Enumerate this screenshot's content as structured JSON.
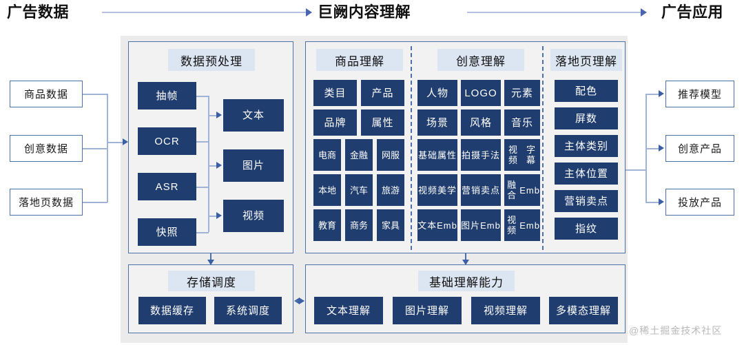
{
  "headers": {
    "left": "广告数据",
    "center": "巨阙内容理解",
    "right": "广告应用"
  },
  "inputs": [
    {
      "label": "商品数据"
    },
    {
      "label": "创意数据"
    },
    {
      "label": "落地页数据"
    }
  ],
  "outputs": [
    {
      "label": "推荐模型"
    },
    {
      "label": "创意产品"
    },
    {
      "label": "投放产品"
    }
  ],
  "preprocess": {
    "title": "数据预处理",
    "sources": [
      "抽帧",
      "OCR",
      "ASR",
      "快照"
    ],
    "modalities": [
      "文本",
      "图片",
      "视频"
    ]
  },
  "understanding": {
    "sections": [
      {
        "title": "商品理解",
        "rows": [
          [
            "类目",
            "产品"
          ],
          [
            "品牌",
            "属性"
          ],
          [
            "电\n商",
            "金\n融",
            "网\n服"
          ],
          [
            "本\n地",
            "汽\n车",
            "旅\n游"
          ],
          [
            "教\n育",
            "商\n务",
            "家\n具"
          ]
        ]
      },
      {
        "title": "创意理解",
        "rows": [
          [
            "人物",
            "LOGO",
            "元素"
          ],
          [
            "场景",
            "风格",
            "音乐"
          ],
          [
            "基础\n属性",
            "拍摄\n手法",
            "视频\n字幕"
          ],
          [
            "视频\n美学",
            "营销\n卖点",
            "融合\nEmb"
          ],
          [
            "文本\nEmb",
            "图片\nEmb",
            "视频\nEmb"
          ]
        ]
      },
      {
        "title": "落地页理解",
        "items": [
          "配色",
          "屏数",
          "主体类别",
          "主体位置",
          "营销卖点",
          "指纹"
        ]
      }
    ]
  },
  "storage": {
    "title": "存储调度",
    "items": [
      "数据缓存",
      "系统调度"
    ]
  },
  "foundation": {
    "title": "基础理解能力",
    "items": [
      "文本理解",
      "图片理解",
      "视频理解",
      "多模态理解"
    ]
  },
  "watermark": "@稀土掘金技术社区",
  "colors": {
    "chip": "#1f3d6e",
    "panel_border": "#4a6fad",
    "panel_bg": "#f2f2f2",
    "outer_bg": "#ebebeb",
    "title_chip_bg": "#dce6f2",
    "connector": "#9fb2d8",
    "arrow": "#3a5fa5"
  }
}
